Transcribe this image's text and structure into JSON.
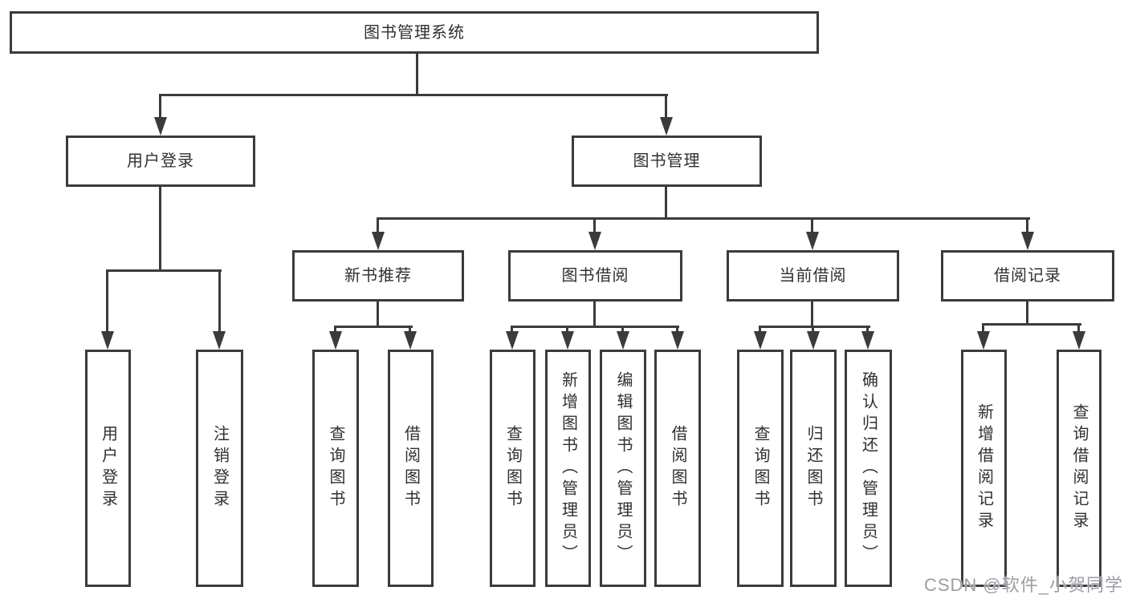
{
  "watermark": {
    "text": "CSDN @软件_小贺同学"
  },
  "colors": {
    "line": "#3b3b3b",
    "box_border": "#3b3b3b",
    "text": "#2f3033",
    "background": "#ffffff",
    "watermark": "#94969c"
  },
  "tree": {
    "root": {
      "label": "图书管理系统",
      "children": [
        {
          "label": "用户登录",
          "children": [
            {
              "label": "用户登录"
            },
            {
              "label": "注销登录"
            }
          ]
        },
        {
          "label": "图书管理",
          "children": [
            {
              "label": "新书推荐",
              "children": [
                {
                  "label": "查询图书"
                },
                {
                  "label": "借阅图书"
                }
              ]
            },
            {
              "label": "图书借阅",
              "children": [
                {
                  "label": "查询图书"
                },
                {
                  "label": "新增图书（管理员）"
                },
                {
                  "label": "编辑图书（管理员）"
                },
                {
                  "label": "借阅图书"
                }
              ]
            },
            {
              "label": "当前借阅",
              "children": [
                {
                  "label": "查询图书"
                },
                {
                  "label": "归还图书"
                },
                {
                  "label": "确认归还（管理员）"
                }
              ]
            },
            {
              "label": "借阅记录",
              "children": [
                {
                  "label": "新增借阅记录"
                },
                {
                  "label": "查询借阅记录"
                }
              ]
            }
          ]
        }
      ]
    }
  }
}
